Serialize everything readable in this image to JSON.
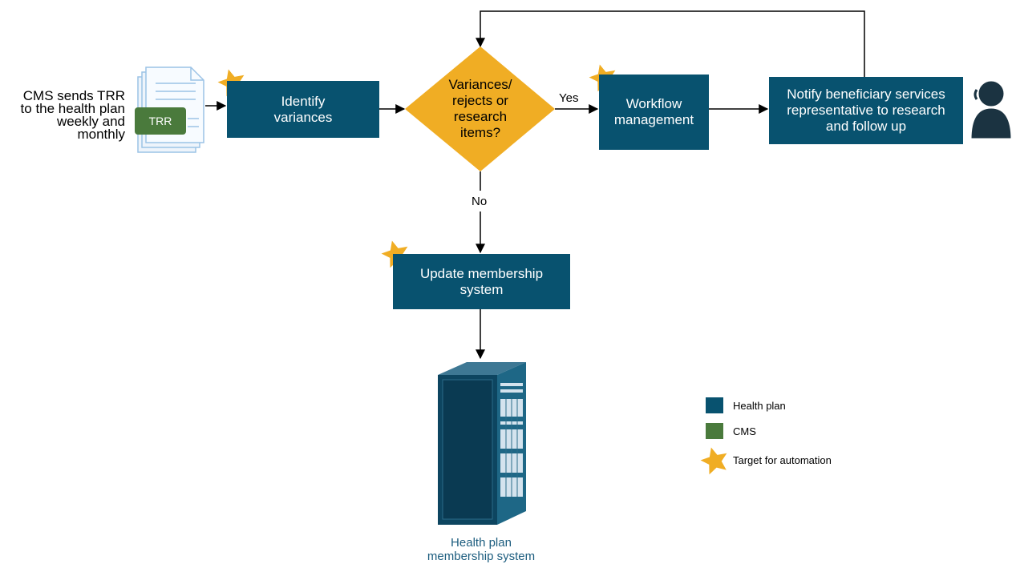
{
  "source": {
    "text": "CMS sends TRR\nto the health plan\nweekly and\nmonthly",
    "doc_tag": "TRR"
  },
  "steps": {
    "identify": "Identify\nvariances",
    "decision": "Variances/\nrejects or\nresearch\nitems?",
    "workflow": "Workflow\nmanagement",
    "notify": "Notify beneficiary services\nrepresentative to research\nand follow up",
    "update": "Update membership\nsystem"
  },
  "edges": {
    "yes": "Yes",
    "no": "No"
  },
  "server": {
    "caption": "Health plan\nmembership system"
  },
  "legend": {
    "items": [
      {
        "label": "Health plan",
        "color": "#08526f",
        "symbol": "square"
      },
      {
        "label": "CMS",
        "color": "#4a7a3c",
        "symbol": "square"
      },
      {
        "label": "Target for automation",
        "color": "#f0ad24",
        "symbol": "star"
      }
    ]
  },
  "colors": {
    "health_plan": "#08526f",
    "cms": "#4a7a3c",
    "decision": "#f0ad24",
    "automation": "#f0ad24"
  }
}
